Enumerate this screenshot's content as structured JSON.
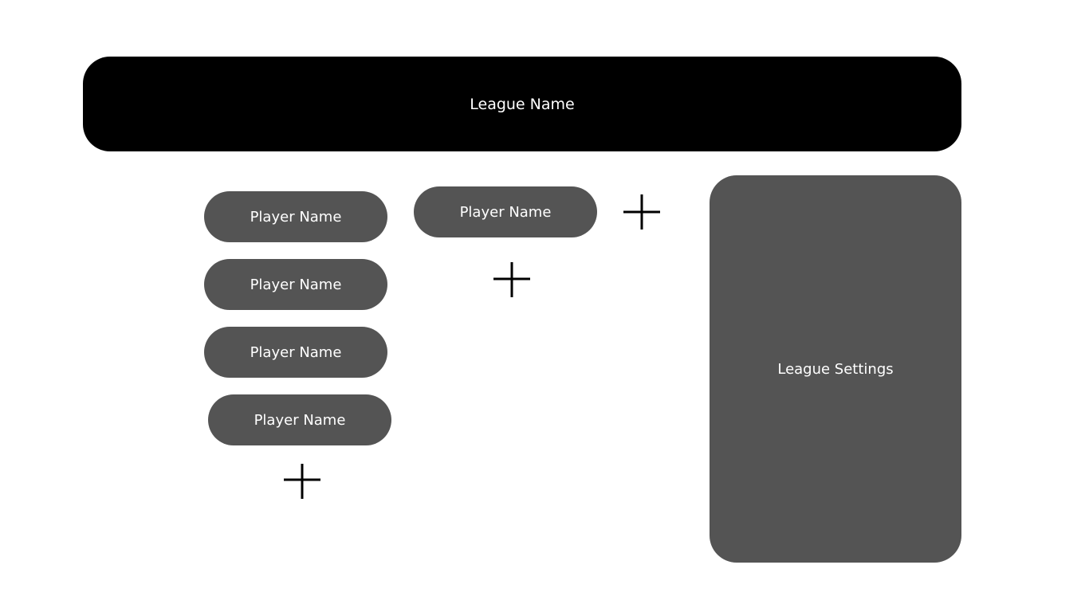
{
  "header": {
    "league_name": "League Name"
  },
  "team_left": {
    "players": [
      {
        "label": "Player Name"
      },
      {
        "label": "Player Name"
      },
      {
        "label": "Player Name"
      },
      {
        "label": "Player Name"
      }
    ],
    "add_icon": "plus-icon"
  },
  "team_middle": {
    "players": [
      {
        "label": "Player Name"
      }
    ],
    "add_icon": "plus-icon"
  },
  "add_team_icon": "plus-icon",
  "settings": {
    "label": "League Settings"
  },
  "colors": {
    "banner_bg": "#000000",
    "pill_bg": "#545454",
    "text": "#ffffff",
    "icon": "#000000"
  }
}
